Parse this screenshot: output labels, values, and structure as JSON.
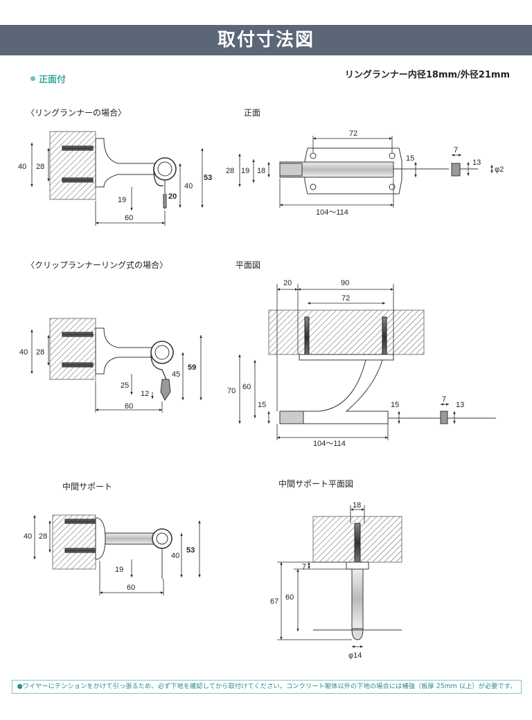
{
  "title": "取付寸法図",
  "mount_type": "正面付",
  "spec": "リングランナー内径18mm/外径21mm",
  "sections": {
    "ring_runner": "〈リングランナーの場合〉",
    "front": "正面",
    "clip_runner": "〈クリップランナーリング式の場合〉",
    "plan": "平面図",
    "middle_support": "中間サポート",
    "middle_support_plan": "中間サポート平面図"
  },
  "dims": {
    "s1": {
      "d40": "40",
      "d28": "28",
      "d19": "19",
      "d20": "20",
      "d40b": "40",
      "d53": "53",
      "d60": "60"
    },
    "s2": {
      "d72": "72",
      "d15": "15",
      "d7": "7",
      "d13": "13",
      "phi2": "φ2",
      "d28": "28",
      "d19": "19",
      "d18": "18",
      "d104": "104～114"
    },
    "s3": {
      "d40": "40",
      "d28": "28",
      "d25": "25",
      "d12": "12",
      "d45": "45",
      "d59": "59",
      "d60": "60"
    },
    "s4": {
      "d20": "20",
      "d90": "90",
      "d72": "72",
      "d70": "70",
      "d60": "60",
      "d15a": "15",
      "d15b": "15",
      "d7": "7",
      "d13": "13",
      "d104": "104～114"
    },
    "s5": {
      "d40": "40",
      "d28": "28",
      "d19": "19",
      "d40b": "40",
      "d53": "53",
      "d60": "60"
    },
    "s6": {
      "d18": "18",
      "d7": "7",
      "d67": "67",
      "d60": "60",
      "phi14": "φ14"
    }
  },
  "footer": "●ワイヤーにテンションをかけて引っ張るため、必ず下地を確認してから取付けてください。コンクリート躯体以外の下地の場合には補強（板厚 25mm 以上）が必要です。"
}
